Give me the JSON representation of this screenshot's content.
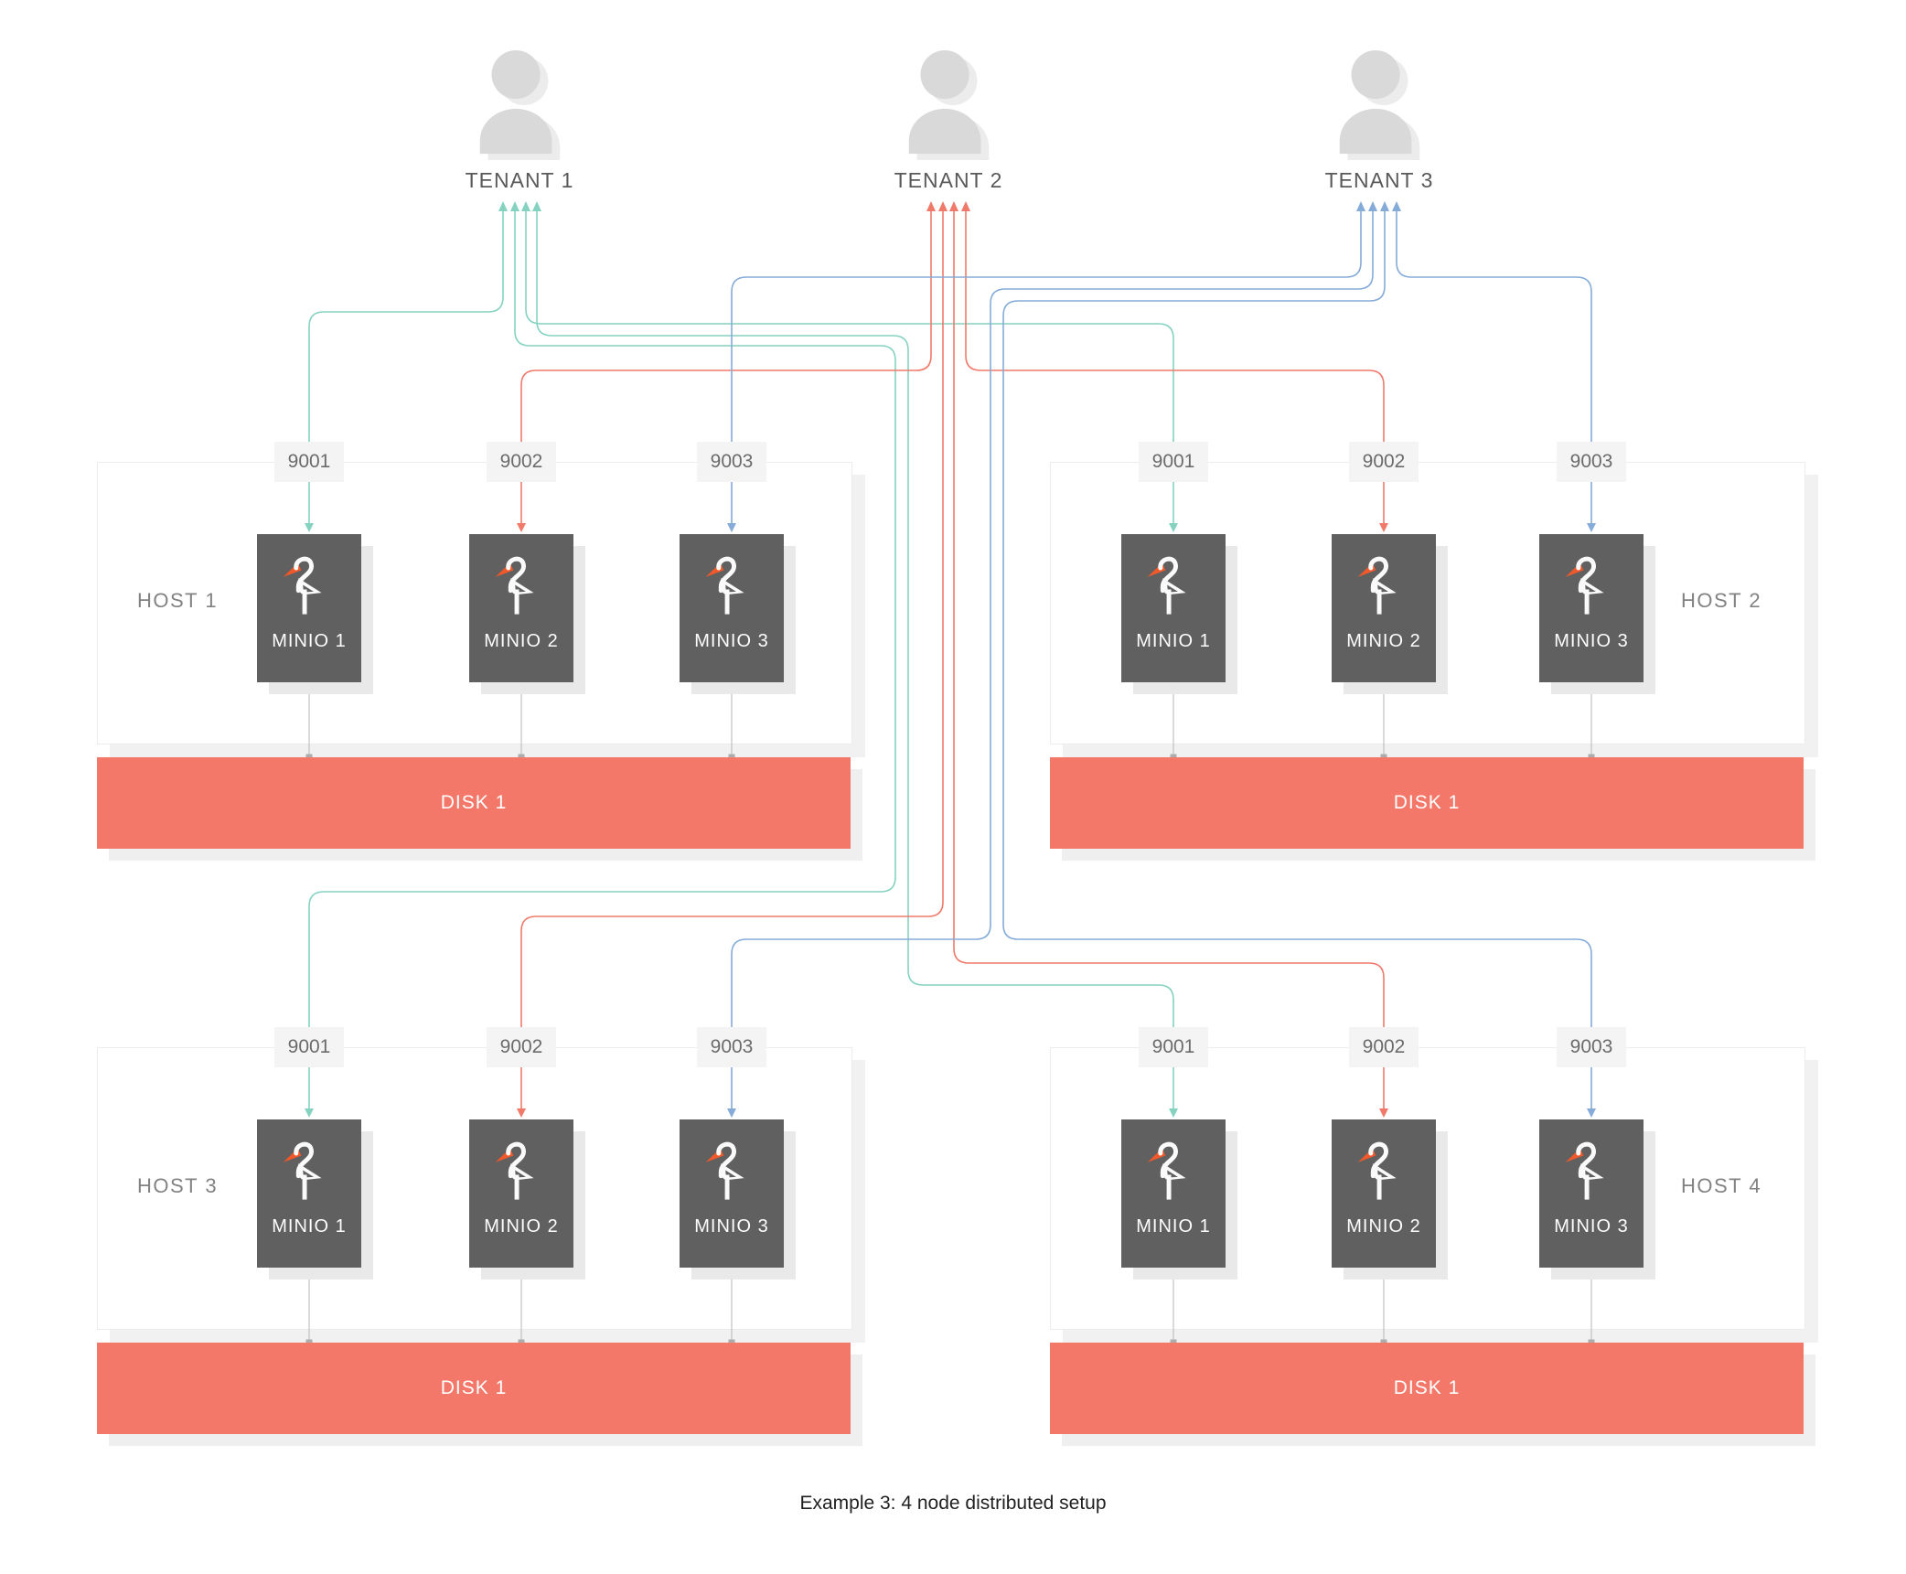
{
  "diagram": {
    "caption": "Example 3: 4 node distributed setup"
  },
  "tenants": [
    {
      "label": "TENANT 1",
      "color": "#85D2C1"
    },
    {
      "label": "TENANT 2",
      "color": "#F0796A"
    },
    {
      "label": "TENANT 3",
      "color": "#85ABD8"
    }
  ],
  "hosts": [
    {
      "label": "HOST 1",
      "label_side": "left",
      "ports": [
        "9001",
        "9002",
        "9003"
      ],
      "nodes": [
        "MINIO 1",
        "MINIO 2",
        "MINIO 3"
      ],
      "disk": "DISK 1"
    },
    {
      "label": "HOST 2",
      "label_side": "right",
      "ports": [
        "9001",
        "9002",
        "9003"
      ],
      "nodes": [
        "MINIO 1",
        "MINIO 2",
        "MINIO 3"
      ],
      "disk": "DISK 1"
    },
    {
      "label": "HOST 3",
      "label_side": "left",
      "ports": [
        "9001",
        "9002",
        "9003"
      ],
      "nodes": [
        "MINIO 1",
        "MINIO 2",
        "MINIO 3"
      ],
      "disk": "DISK 1"
    },
    {
      "label": "HOST 4",
      "label_side": "right",
      "ports": [
        "9001",
        "9002",
        "9003"
      ],
      "nodes": [
        "MINIO 1",
        "MINIO 2",
        "MINIO 3"
      ],
      "disk": "DISK 1"
    }
  ],
  "colors": {
    "tenant1_link": "#85D2C1",
    "tenant2_link": "#F0796A",
    "tenant3_link": "#85ABD8",
    "disk_fill": "#F4786A",
    "minio_box": "#606060",
    "minio_beak": "#F1592A",
    "port_bg": "#F4F4F4",
    "person_gray": "#D9D9D9"
  }
}
